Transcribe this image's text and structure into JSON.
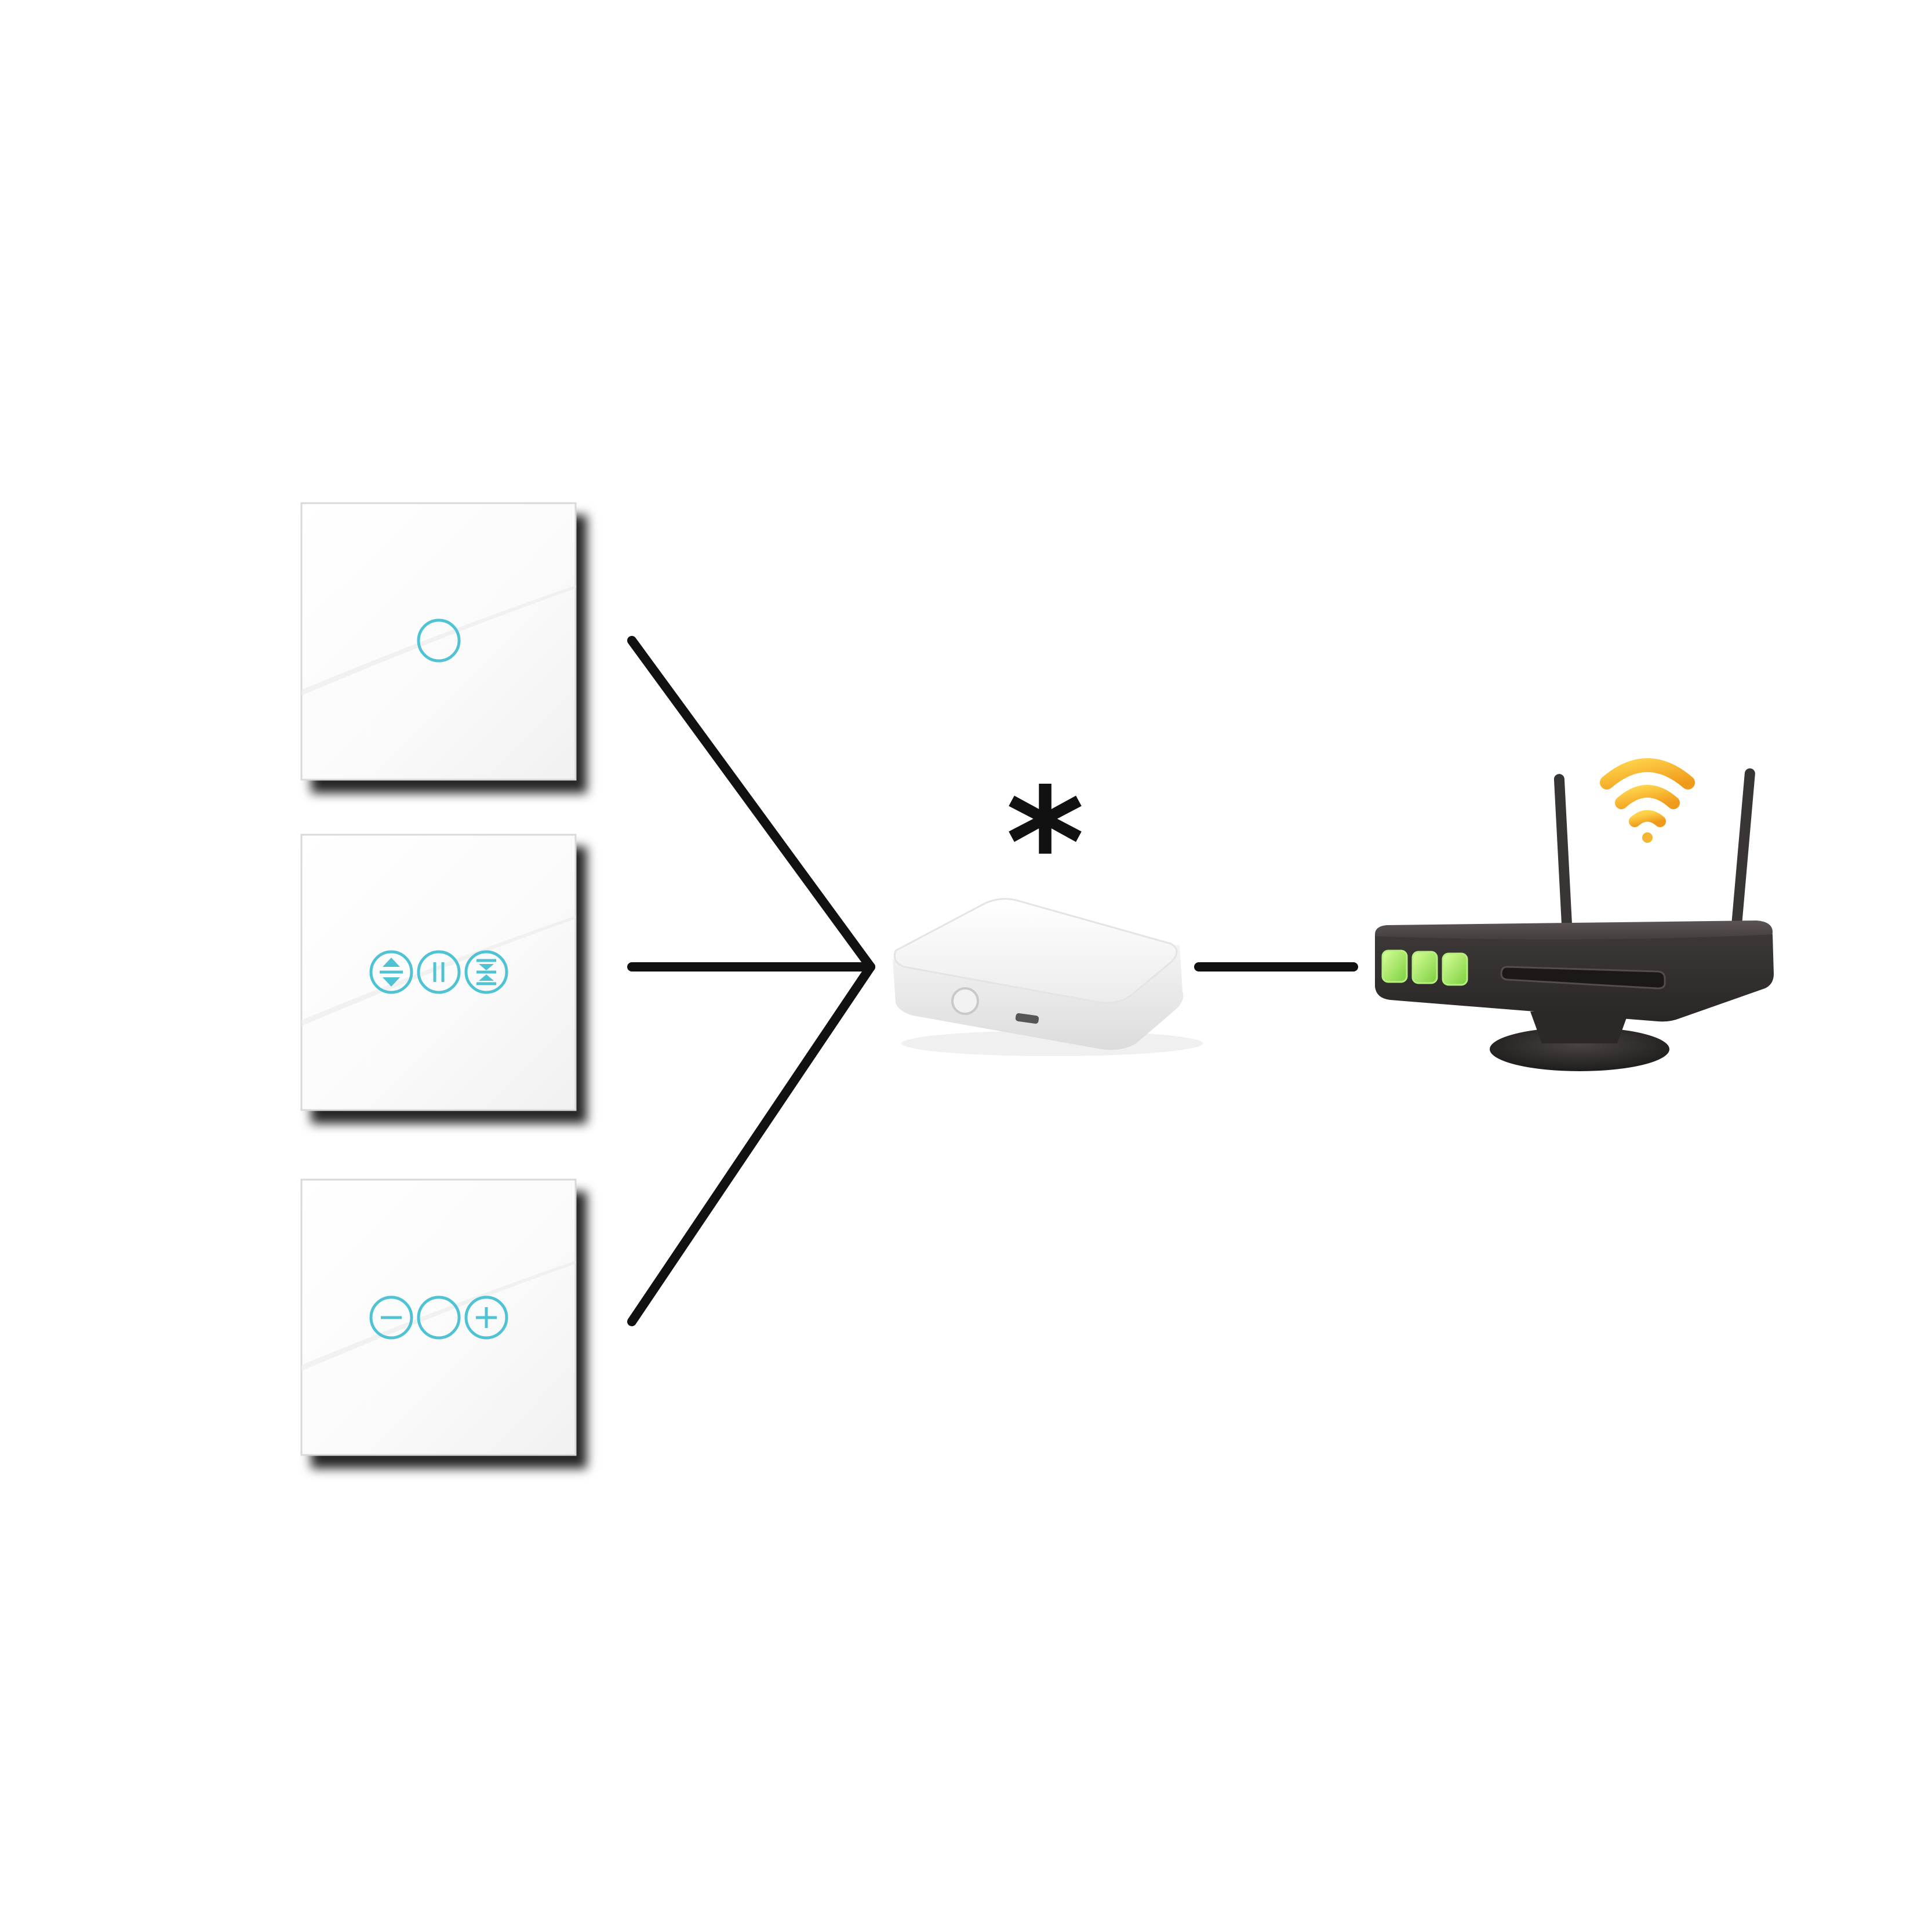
{
  "diagram": {
    "hub_annotation": "*"
  },
  "nodes": [
    {
      "id": "switch-single",
      "kind": "touch-switch",
      "icon": "single-circle-button-icon"
    },
    {
      "id": "switch-curtain",
      "kind": "touch-switch",
      "icon": "curtain-open-pause-close-icon"
    },
    {
      "id": "switch-dimmer",
      "kind": "touch-switch",
      "icon": "dimmer-minus-circle-plus-icon"
    },
    {
      "id": "gateway-hub",
      "kind": "gateway",
      "icon": "gateway-hub-icon"
    },
    {
      "id": "wifi-router",
      "kind": "router",
      "icon": "wifi-router-icon"
    }
  ],
  "edges": [
    {
      "from": "switch-single",
      "to": "gateway-hub"
    },
    {
      "from": "switch-curtain",
      "to": "gateway-hub"
    },
    {
      "from": "switch-dimmer",
      "to": "gateway-hub"
    },
    {
      "from": "gateway-hub",
      "to": "wifi-router"
    }
  ],
  "colors": {
    "switch_icon": "#4fc3d4",
    "line": "#111111",
    "router_body": "#3a3535",
    "router_led": "#9be36a",
    "wifi": "#f5b531",
    "panel": "#ffffff",
    "hub_body": "#f7f7f7"
  }
}
